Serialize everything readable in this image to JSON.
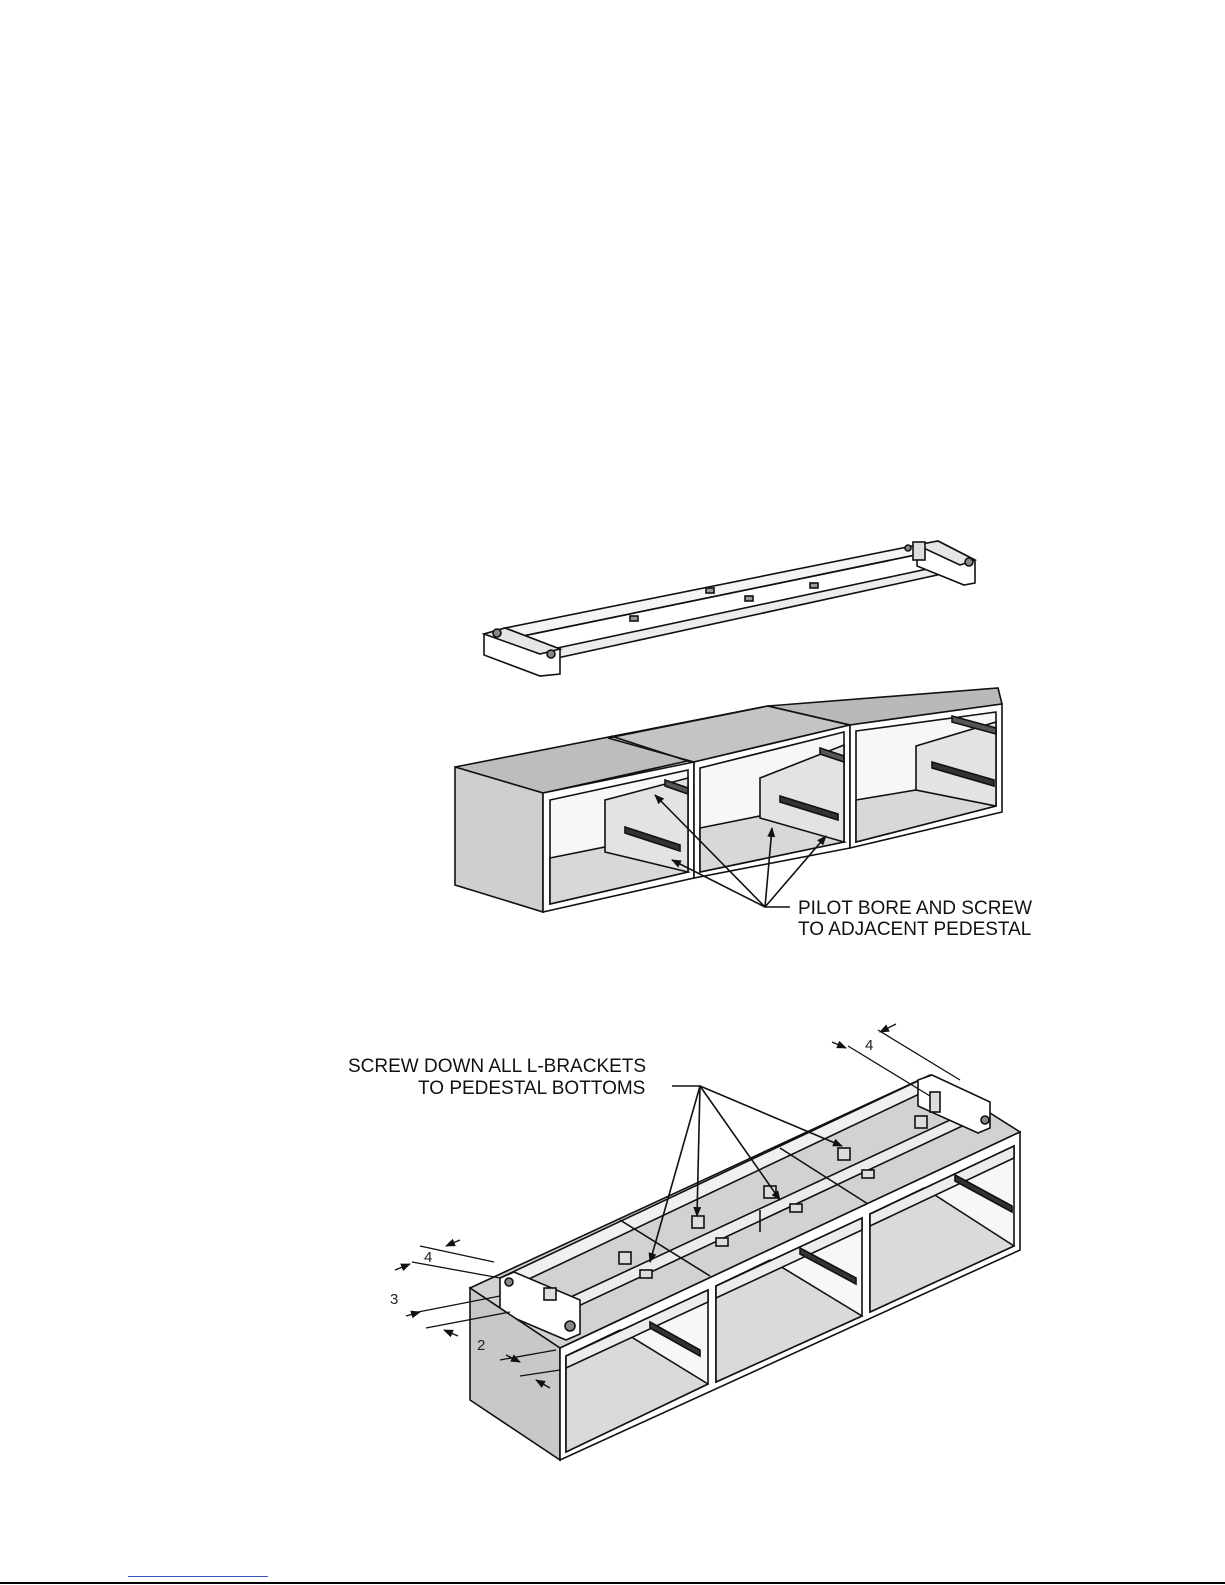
{
  "callouts": {
    "pilot_line1": "PILOT BORE AND SCREW",
    "pilot_line2": "TO ADJACENT PEDESTAL",
    "screw_line1": "SCREW DOWN ALL L-BRACKETS",
    "screw_line2": "TO PEDESTAL BOTTOMS"
  },
  "dimensions": {
    "top_right": "4",
    "left_4": "4",
    "left_3": "3",
    "left_2": "2"
  },
  "colors": {
    "side_panel": "#c8c8c8",
    "top_panel": "#b4b4b4",
    "line": "#111111"
  }
}
